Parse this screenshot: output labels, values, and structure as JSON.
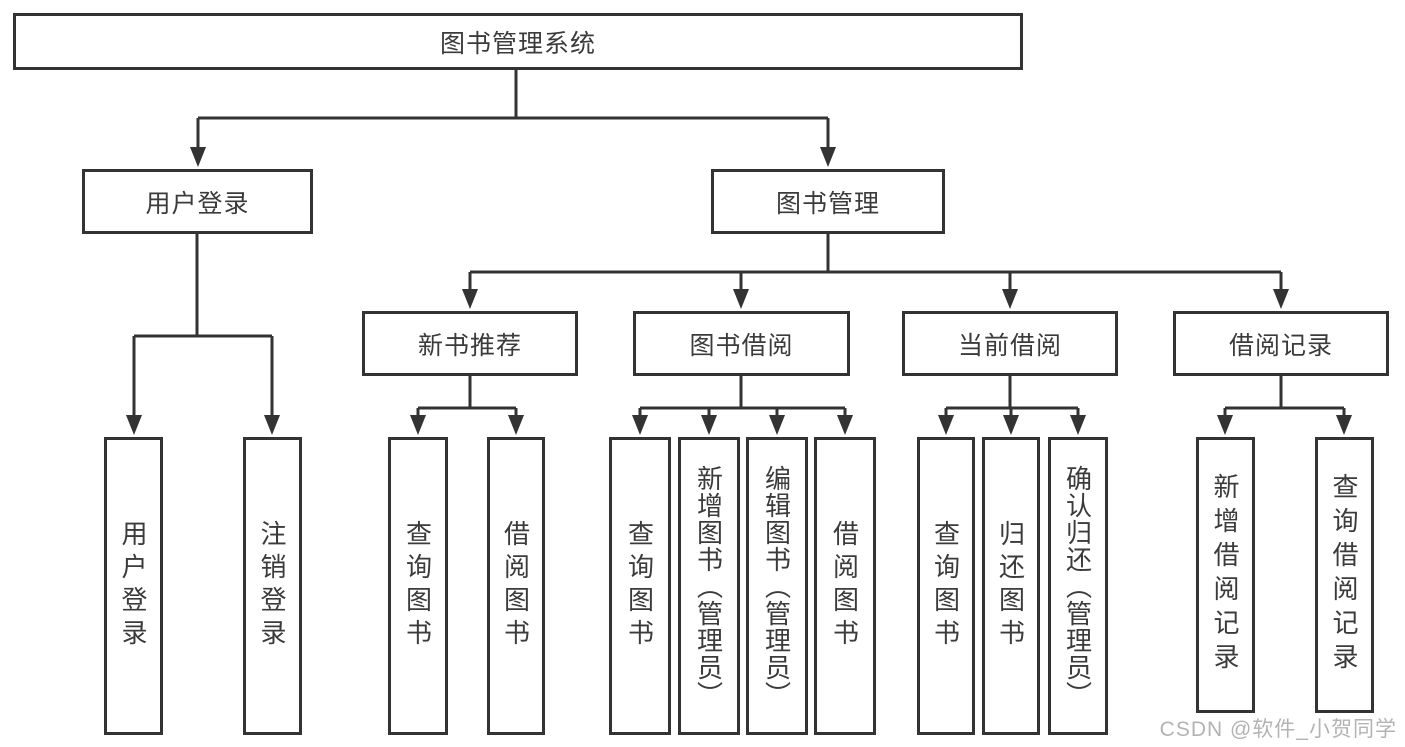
{
  "diagram": {
    "title_node": {
      "label": "图书管理系统"
    },
    "level2": [
      {
        "id": "user-login",
        "label": "用户登录"
      },
      {
        "id": "book-management",
        "label": "图书管理"
      }
    ],
    "level3": [
      {
        "id": "new-book-recommend",
        "label": "新书推荐",
        "parent": "图书管理"
      },
      {
        "id": "book-borrow",
        "label": "图书借阅",
        "parent": "图书管理"
      },
      {
        "id": "current-borrow",
        "label": "当前借阅",
        "parent": "图书管理"
      },
      {
        "id": "borrow-records",
        "label": "借阅记录",
        "parent": "图书管理"
      }
    ],
    "leaves": [
      {
        "label": "用户登录",
        "parent": "用户登录"
      },
      {
        "label": "注销登录",
        "parent": "用户登录"
      },
      {
        "label": "查询图书",
        "parent": "新书推荐"
      },
      {
        "label": "借阅图书",
        "parent": "新书推荐"
      },
      {
        "label": "查询图书",
        "parent": "图书借阅"
      },
      {
        "label": "新增图书（管理员）",
        "parent": "图书借阅"
      },
      {
        "label": "编辑图书（管理员）",
        "parent": "图书借阅"
      },
      {
        "label": "借阅图书",
        "parent": "图书借阅"
      },
      {
        "label": "查询图书",
        "parent": "当前借阅"
      },
      {
        "label": "归还图书",
        "parent": "当前借阅"
      },
      {
        "label": "确认归还（管理员）",
        "parent": "当前借阅"
      },
      {
        "label": "新增借阅记录",
        "parent": "借阅记录"
      },
      {
        "label": "查询借阅记录",
        "parent": "借阅记录"
      }
    ],
    "colors": {
      "line": "#333333",
      "border": "#333333",
      "text": "#3b3b3b",
      "background": "#ffffff"
    }
  },
  "watermark": {
    "text": "CSDN @软件_小贺同学",
    "color": "#b3b3b3"
  }
}
